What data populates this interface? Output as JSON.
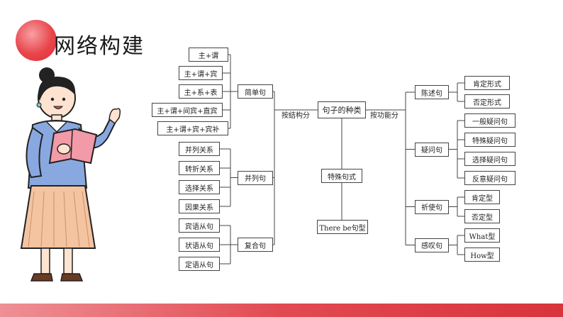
{
  "header": {
    "title": "网络构建"
  },
  "colors": {
    "accent": "#e24a51",
    "line": "#444444"
  },
  "diagram": {
    "center": "句子的种类",
    "left_label": "按结构分",
    "right_label": "按功能分",
    "special": {
      "label": "特殊句式",
      "children": [
        "There be句型"
      ]
    },
    "left": [
      {
        "label": "简单句",
        "children": [
          "主+谓",
          "主+谓+宾",
          "主+系+表",
          "主+谓+间宾+直宾",
          "主+谓+宾+宾补"
        ]
      },
      {
        "label": "并列句",
        "children": [
          "并列关系",
          "转折关系",
          "选择关系",
          "因果关系"
        ]
      },
      {
        "label": "复合句",
        "children": [
          "宾语从句",
          "状语从句",
          "定语从句"
        ]
      }
    ],
    "right": [
      {
        "label": "陈述句",
        "children": [
          "肯定形式",
          "否定形式"
        ]
      },
      {
        "label": "疑问句",
        "children": [
          "一般疑问句",
          "特殊疑问句",
          "选择疑问句",
          "反意疑问句"
        ]
      },
      {
        "label": "祈使句",
        "children": [
          "肯定型",
          "否定型"
        ]
      },
      {
        "label": "感叹句",
        "children": [
          "What型",
          "How型"
        ]
      }
    ]
  }
}
